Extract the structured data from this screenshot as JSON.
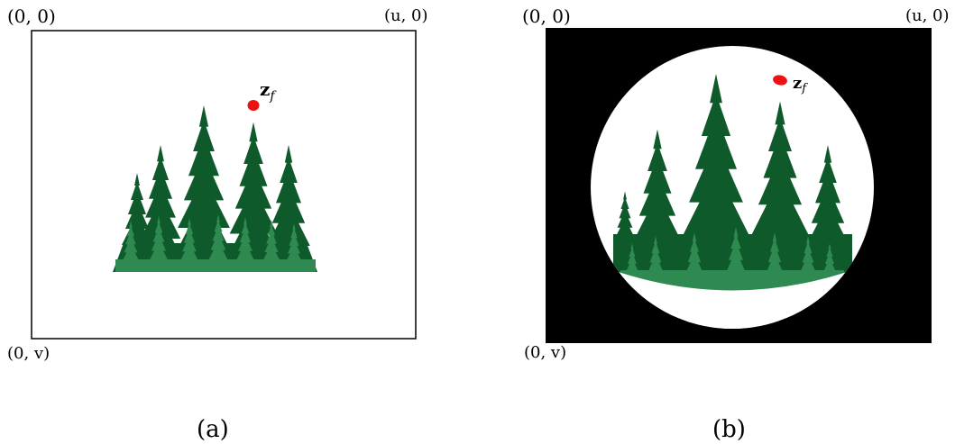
{
  "panel_a": {
    "corners": {
      "top_left": "(0, 0)",
      "top_right": "(u, 0)",
      "bottom_left": "(0, v)"
    },
    "point_label": {
      "bold": "z",
      "subscript": "f"
    },
    "caption": "(a)"
  },
  "panel_b": {
    "corners": {
      "top_left": "(0, 0)",
      "top_right": "(u, 0)",
      "bottom_left": "(0, v)"
    },
    "point_label": {
      "bold": "z",
      "subscript": "f"
    },
    "caption": "(b)"
  },
  "colors": {
    "dark_tree": "#0f5a2a",
    "light_tree": "#2f8a52",
    "focus_point": "#ee1111",
    "background_b": "#000000",
    "frame": "#000000"
  }
}
